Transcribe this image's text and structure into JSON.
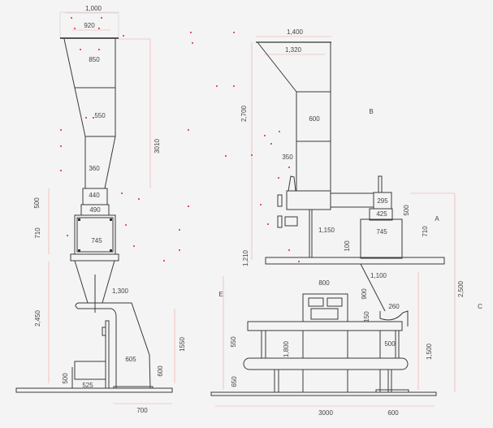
{
  "left_view": {
    "dims": {
      "top_outer": "1,000",
      "top_inner": "920",
      "w850": "850",
      "w550": "550",
      "w360": "360",
      "w440": "440",
      "w490": "490",
      "w745": "745",
      "h500": "500",
      "h710": "710",
      "h3010": "3010",
      "h2450": "2,450",
      "w1300": "1,300",
      "w605": "605",
      "h1550": "1550",
      "h600": "600",
      "motor_h500": "500",
      "motor_w525": "525",
      "base700": "700"
    },
    "label_e": "E"
  },
  "right_view": {
    "dims": {
      "w1400": "1,400",
      "w1320": "1,320",
      "w600": "600",
      "w350": "350",
      "h2700": "2,700",
      "w295": "295",
      "w425": "425",
      "w745": "745",
      "h500": "500",
      "h710": "710",
      "w1150": "1,150",
      "h100": "100",
      "h1210": "1,210",
      "w800": "800",
      "w1100": "1,100",
      "h900": "900",
      "w260": "260",
      "h150": "150",
      "h1800": "1,800",
      "h550": "550",
      "w500": "500",
      "h1500": "1,500",
      "h650": "650",
      "w3000": "3000",
      "w600b": "600",
      "h2500": "2,500"
    },
    "label_a": "A",
    "label_b": "B",
    "label_c": "C"
  }
}
